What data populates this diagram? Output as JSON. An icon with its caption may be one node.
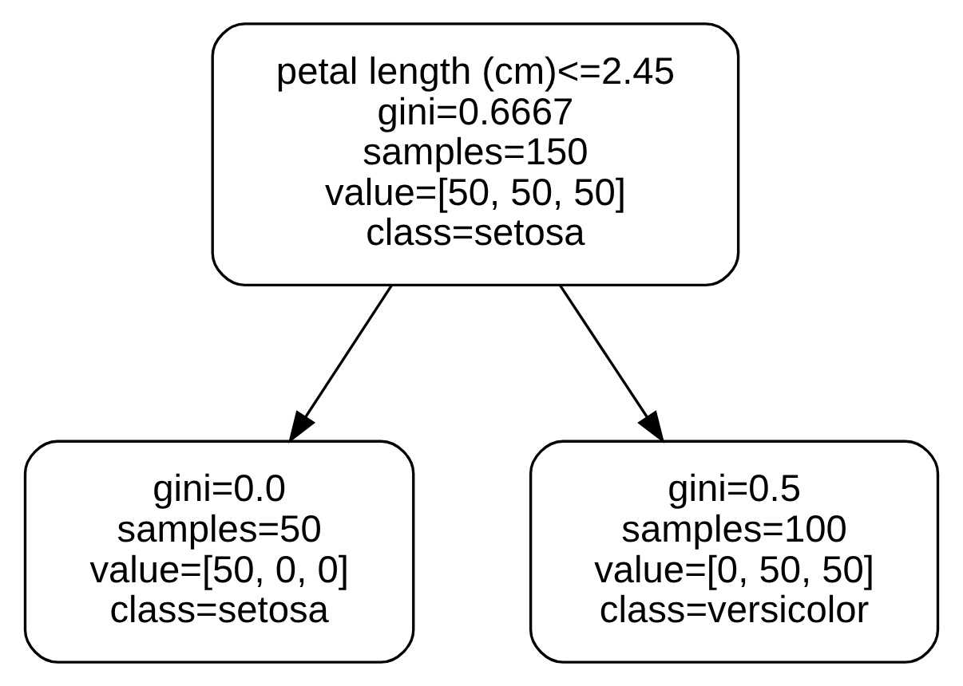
{
  "diagram": {
    "nodes": [
      {
        "text": [
          "petal length (cm)<=2.45",
          "gini=0.6667",
          "samples=150",
          "value=[50, 50, 50]",
          "class=setosa"
        ]
      },
      {
        "text": [
          "gini=0.0",
          "samples=50",
          "value=[50, 0, 0]",
          "class=setosa"
        ]
      },
      {
        "text": [
          "gini=0.5",
          "samples=100",
          "value=[0, 50, 50]",
          "class=versicolor"
        ]
      }
    ],
    "edges": [
      {
        "from": 0,
        "to": 1,
        "arrow": "to"
      },
      {
        "from": 0,
        "to": 2,
        "arrow": "to"
      }
    ]
  }
}
